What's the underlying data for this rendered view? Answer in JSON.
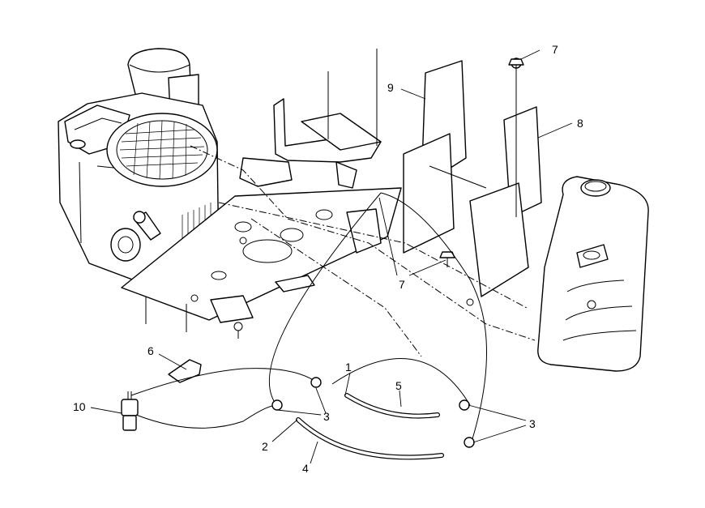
{
  "callouts": {
    "part_1": "1",
    "part_2": "2",
    "part_3_a": "3",
    "part_3_b": "3",
    "part_4": "4",
    "part_5": "5",
    "part_6": "6",
    "part_7_a": "7",
    "part_7_b": "7",
    "part_8": "8",
    "part_9": "9",
    "part_10": "10"
  },
  "colors": {
    "line": "#000000",
    "background": "#ffffff"
  }
}
